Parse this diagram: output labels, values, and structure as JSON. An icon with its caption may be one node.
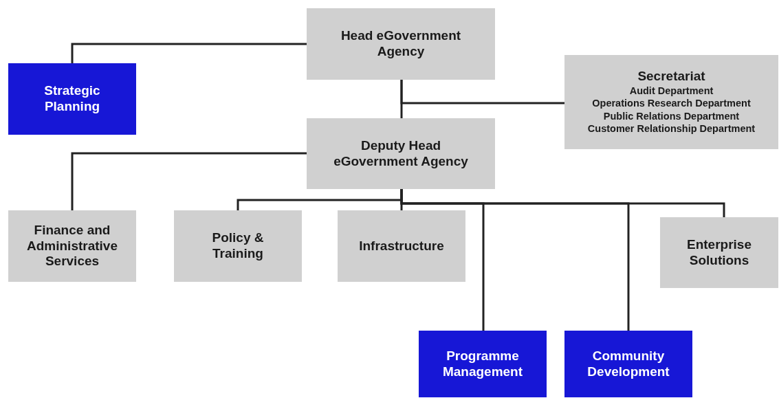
{
  "diagram": {
    "nodes": [
      {
        "text": [
          "Head eGovernment Agency"
        ]
      },
      {
        "text": [
          "Strategic Planning"
        ]
      },
      {
        "text": [
          "Secretariat",
          "Audit Department",
          "Operations Research Department",
          "Public Relations Department",
          "Customer Relationship Department"
        ]
      },
      {
        "text": [
          "Deputy Head eGovernment Agency"
        ]
      },
      {
        "text": [
          "Finance and Administrative Services"
        ]
      },
      {
        "text": [
          "Policy & Training"
        ]
      },
      {
        "text": [
          "Infrastructure"
        ]
      },
      {
        "text": [
          "Enterprise Solutions"
        ]
      },
      {
        "text": [
          "Programme Management"
        ]
      },
      {
        "text": [
          "Community Development"
        ]
      }
    ],
    "edges": [
      {
        "from": 0,
        "to": 1,
        "arrow": "none"
      },
      {
        "from": 0,
        "to": 3,
        "arrow": "none"
      },
      {
        "from": 0,
        "to": 2,
        "arrow": "none"
      },
      {
        "from": 3,
        "to": 4,
        "arrow": "none"
      },
      {
        "from": 3,
        "to": 5,
        "arrow": "none"
      },
      {
        "from": 3,
        "to": 6,
        "arrow": "none"
      },
      {
        "from": 3,
        "to": 7,
        "arrow": "none"
      },
      {
        "from": 3,
        "to": 8,
        "arrow": "none"
      },
      {
        "from": 3,
        "to": 9,
        "arrow": "none"
      }
    ]
  }
}
